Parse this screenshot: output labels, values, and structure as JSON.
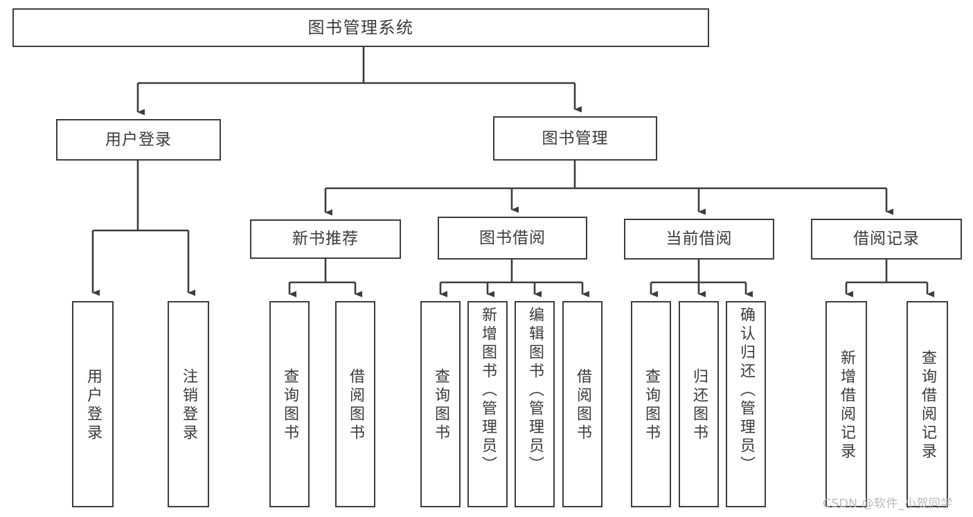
{
  "diagram": {
    "title": "图书管理系统",
    "type": "tree-hierarchy-chart",
    "root": {
      "label": "图书管理系统"
    },
    "level2": [
      {
        "label": "用户登录"
      },
      {
        "label": "图书管理"
      }
    ],
    "level3": [
      {
        "label": "新书推荐"
      },
      {
        "label": "图书借阅"
      },
      {
        "label": "当前借阅"
      },
      {
        "label": "借阅记录"
      }
    ],
    "leaves": {
      "user_login": [
        {
          "label": "用户登录"
        },
        {
          "label": "注销登录"
        }
      ],
      "new_book_recommend": [
        {
          "label": "查询图书"
        },
        {
          "label": "借阅图书"
        }
      ],
      "book_borrow": [
        {
          "label": "查询图书"
        },
        {
          "label": "新增图书（管理员）"
        },
        {
          "label": "编辑图书（管理员）"
        },
        {
          "label": "借阅图书"
        }
      ],
      "current_borrow": [
        {
          "label": "查询图书"
        },
        {
          "label": "归还图书"
        },
        {
          "label": "确认归还（管理员）"
        }
      ],
      "borrow_records": [
        {
          "label": "新增借阅记录"
        },
        {
          "label": "查询借阅记录"
        }
      ]
    }
  },
  "watermark": {
    "text": "CSDN @软件_小贺同学"
  },
  "colors": {
    "background": "#ffffff",
    "box_border": "#3c3c3c",
    "text": "#3a3a3a",
    "connector": "#3c3c3c",
    "watermark": "#b9b9b9"
  }
}
